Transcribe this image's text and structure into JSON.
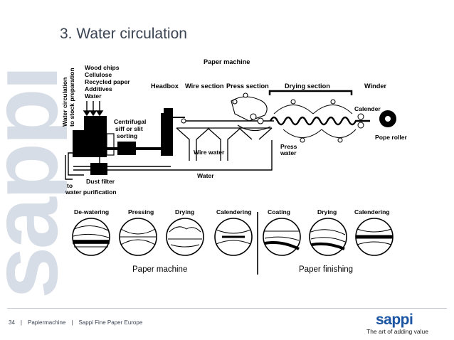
{
  "brand": {
    "side_text": "sappi",
    "logo": "sappi",
    "tagline": "The art of adding value"
  },
  "slide": {
    "title": "3. Water circulation"
  },
  "diagram": {
    "paper_machine_header": "Paper machine",
    "inputs": [
      "Wood chips",
      "Cellulose",
      "Recycled paper",
      "Additives",
      "Water"
    ],
    "side_label": [
      "Water circulation",
      "to stock preparation"
    ],
    "sections": {
      "headbox": "Headbox",
      "wire_section": "Wire section",
      "press_section": "Press section",
      "drying_section": "Drying section",
      "winder": "Winder"
    },
    "centrifugal": [
      "Centrifugal",
      "siff or slit",
      "sorting"
    ],
    "dust_filter": "Dust filter",
    "water_purification": [
      "to",
      "water purification"
    ],
    "wire_water": "Wire water",
    "press_water": [
      "Press",
      "water"
    ],
    "water": "Water",
    "calender": "Calender",
    "pope_roller": "Pope roller"
  },
  "stages": {
    "machine": [
      "De-watering",
      "Pressing",
      "Drying",
      "Calendering"
    ],
    "finishing": [
      "Coating",
      "Drying",
      "Calendering"
    ],
    "group_machine": "Paper machine",
    "group_finishing": "Paper finishing"
  },
  "footer": {
    "page": "34",
    "section": "Papiermachine",
    "company": "Sappi Fine Paper Europe"
  },
  "colors": {
    "accent": "#1a54a3",
    "brand_bg_text": "#d7dde6",
    "title": "#3a4352"
  }
}
